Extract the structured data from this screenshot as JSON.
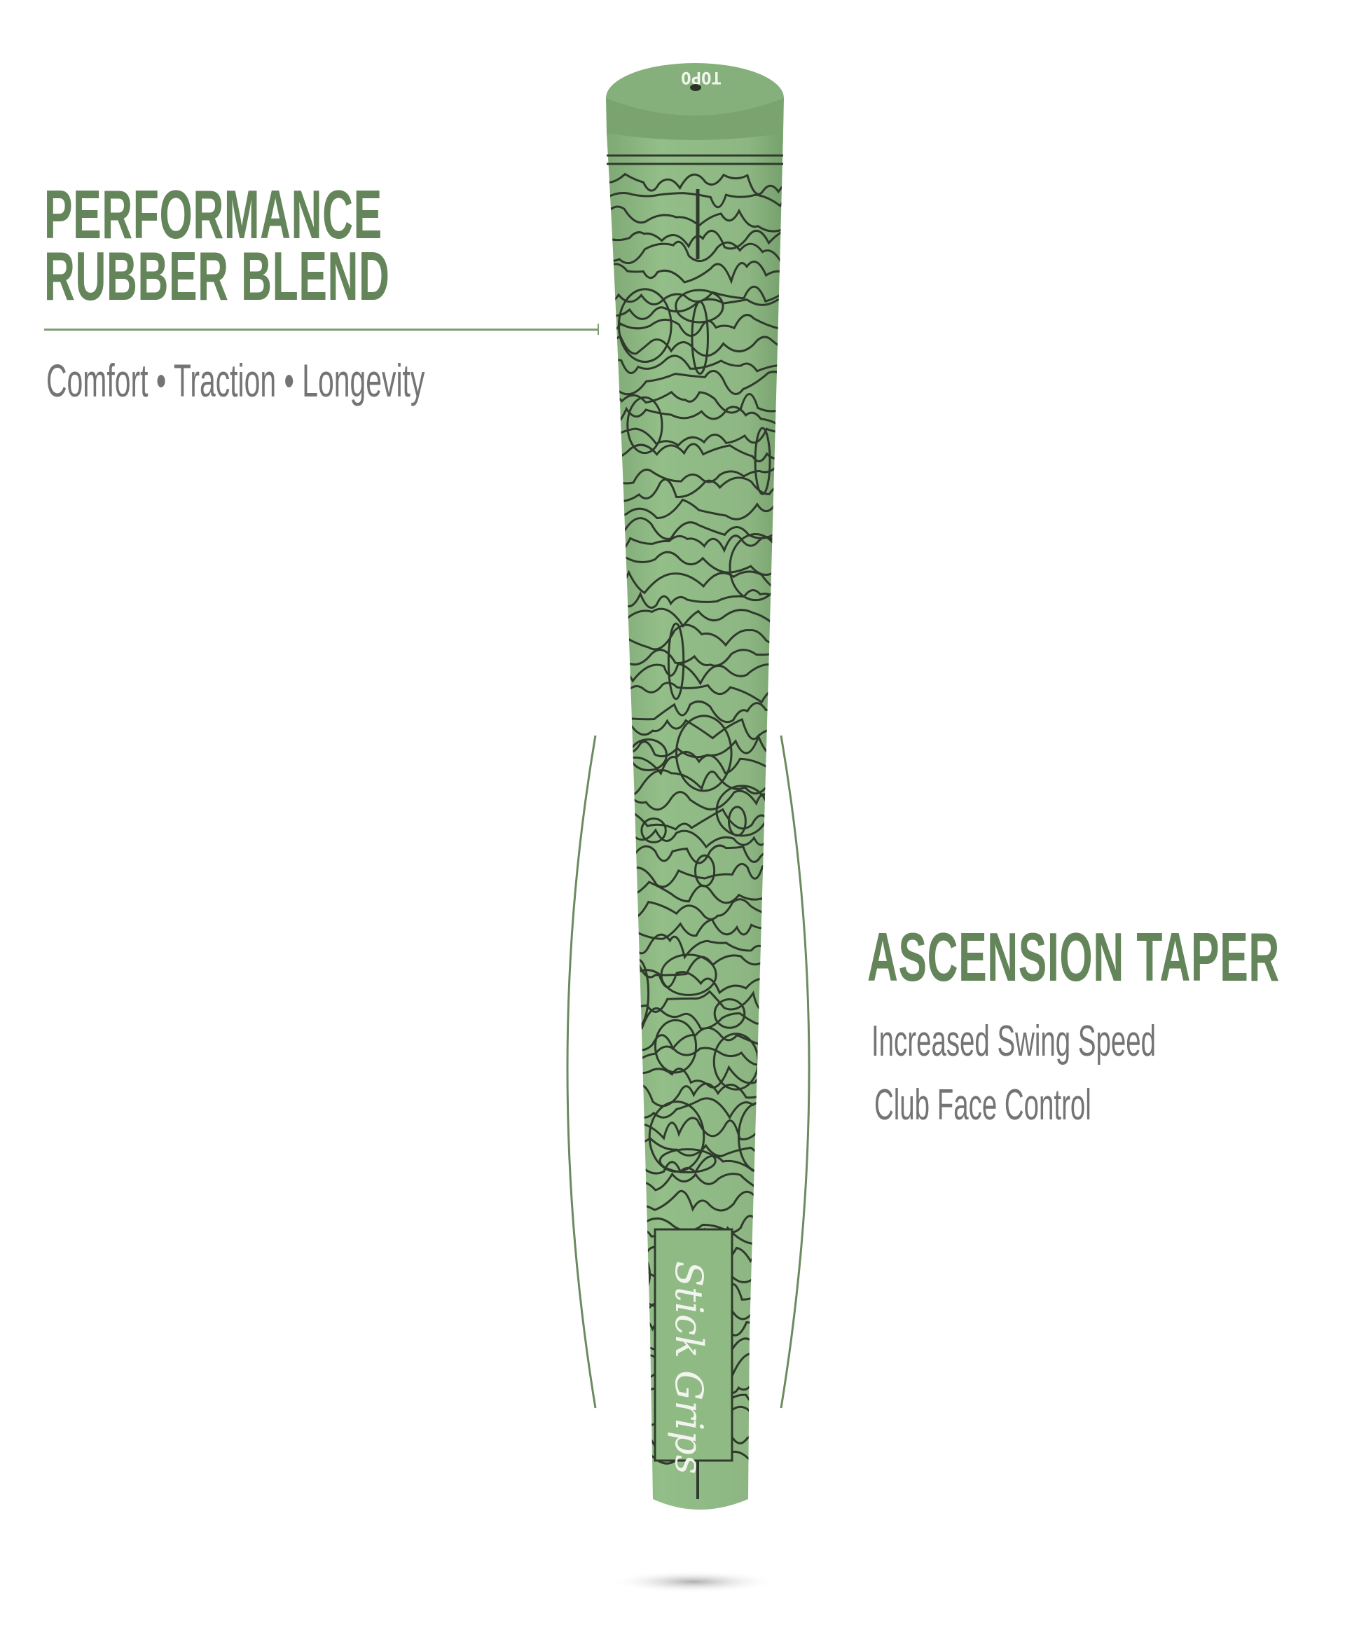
{
  "left_feature": {
    "title_line1": "PERFORMANCE",
    "title_line2": "RUBBER BLEND",
    "benefits": "Comfort  •  Traction  •  Longevity"
  },
  "right_feature": {
    "title": "ASCENSION TAPER",
    "line1": "Increased Swing Speed",
    "line2": "Club Face Control"
  },
  "product": {
    "cap_model": "TOPO",
    "brand": "Stick Grips",
    "grip_color": "#8fba84",
    "line_color": "#2f3a2c"
  },
  "colors": {
    "heading": "#64845a",
    "body_text": "#747476"
  }
}
